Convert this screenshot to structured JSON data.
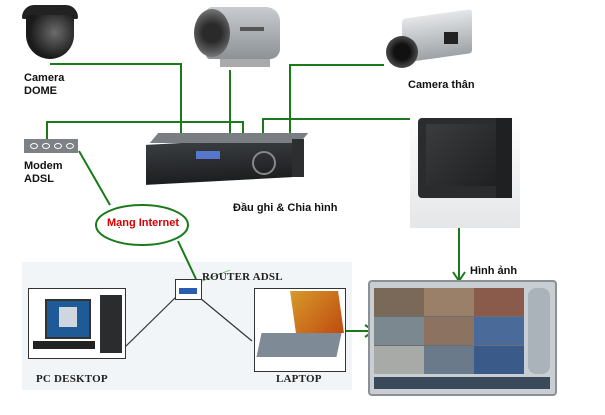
{
  "diagram": {
    "nodes": {
      "camera_dome": {
        "label_line1": "Camera",
        "label_line2": "DOME"
      },
      "camera_ir": {
        "label": ""
      },
      "camera_body": {
        "label": "Camera thân"
      },
      "modem": {
        "label_line1": "Modem",
        "label_line2": "ADSL"
      },
      "dvr": {
        "label": "Đầu ghi & Chia hình"
      },
      "crt_monitor": {
        "label": ""
      },
      "internet": {
        "label": "Mạng Internet"
      },
      "router": {
        "label": "ROUTER ADSL"
      },
      "pc": {
        "label": "PC DESKTOP"
      },
      "laptop": {
        "label": "LAPTOP"
      },
      "viewer_screen": {
        "label": "Hình ảnh"
      }
    },
    "colors": {
      "wire": "#1a7a1a",
      "internet_text": "#d40000",
      "internet_border": "#1a7a1a",
      "network_line": "#333333"
    },
    "edges": [
      {
        "from": "camera_dome",
        "to": "dvr"
      },
      {
        "from": "camera_ir",
        "to": "dvr"
      },
      {
        "from": "camera_body",
        "to": "dvr"
      },
      {
        "from": "modem",
        "to": "dvr"
      },
      {
        "from": "dvr",
        "to": "crt_monitor"
      },
      {
        "from": "modem",
        "to": "internet"
      },
      {
        "from": "internet",
        "to": "router"
      },
      {
        "from": "router",
        "to": "pc"
      },
      {
        "from": "router",
        "to": "laptop"
      },
      {
        "from": "crt_monitor",
        "to": "viewer_screen"
      },
      {
        "from": "laptop",
        "to": "viewer_screen"
      }
    ]
  }
}
